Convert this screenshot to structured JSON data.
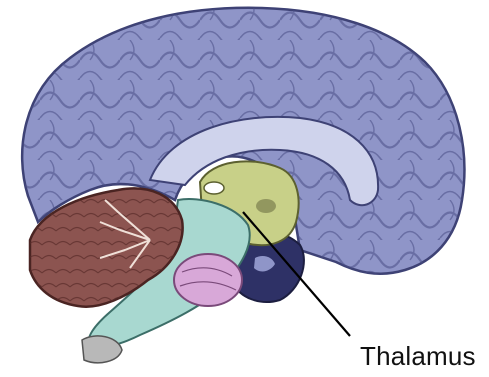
{
  "label": {
    "text": "Thalamus"
  },
  "structures": [
    {
      "name": "cerebrum",
      "color": "#8f95c8"
    },
    {
      "name": "thalamus",
      "color": "#c8d088"
    },
    {
      "name": "cerebellum",
      "color": "#8c5450"
    },
    {
      "name": "brainstem",
      "color": "#a8d8d0"
    },
    {
      "name": "pons",
      "color": "#d8a8d8"
    }
  ]
}
